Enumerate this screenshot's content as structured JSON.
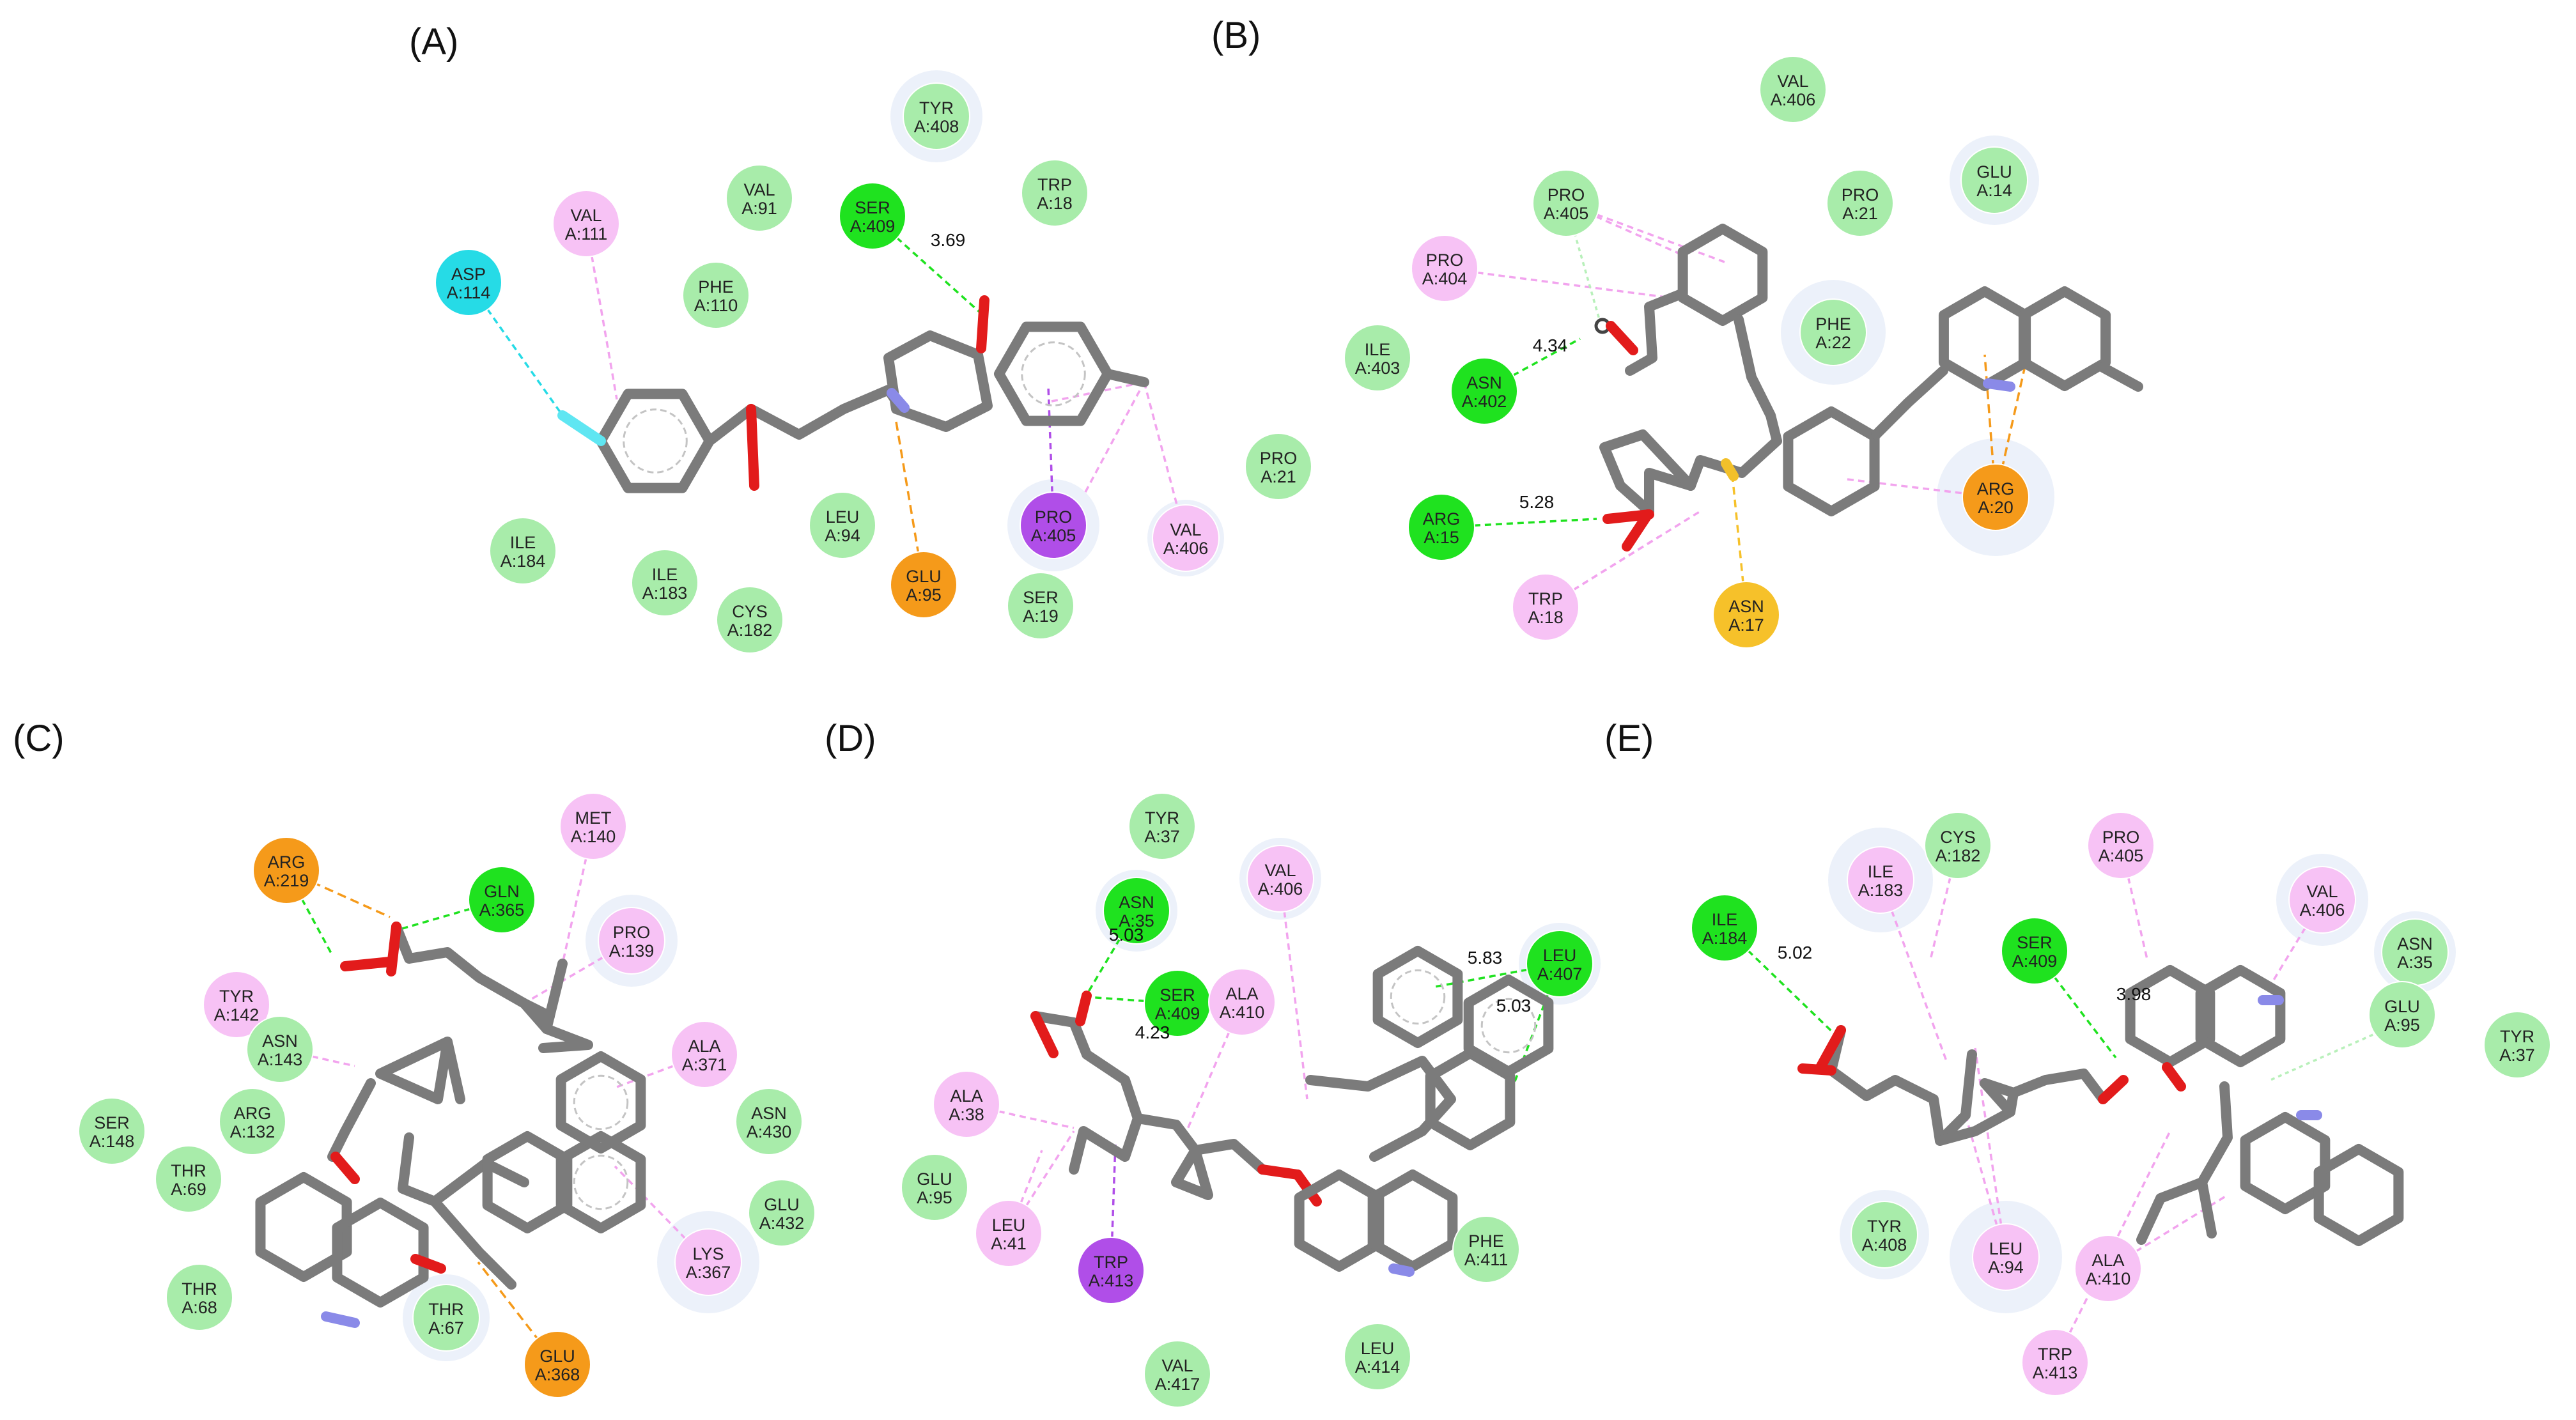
{
  "colors": {
    "vdw": "#a8ecaa",
    "hbond": "#1fe21f",
    "alkyl": "#f7c2f5",
    "salt": "#f59a1a",
    "halogen": "#26dbe6",
    "pisigma": "#b04ee8",
    "sulfur": "#f6c12a",
    "carbon": "#7b7b7b",
    "oxygen": "#e21b1b",
    "nitrogen": "#8a8ae8",
    "halo_atom": "#5fe6f2",
    "sulfur_atom": "#f2c02a"
  },
  "panels": [
    {
      "label": "(A)",
      "residues": [
        {
          "name": "TYR",
          "id": "A:408",
          "type": "vdw"
        },
        {
          "name": "TRP",
          "id": "A:18",
          "type": "vdw"
        },
        {
          "name": "VAL",
          "id": "A:91",
          "type": "vdw"
        },
        {
          "name": "SER",
          "id": "A:409",
          "type": "hbond"
        },
        {
          "name": "VAL",
          "id": "A:111",
          "type": "alkyl"
        },
        {
          "name": "ASP",
          "id": "A:114",
          "type": "halogen"
        },
        {
          "name": "PHE",
          "id": "A:110",
          "type": "vdw"
        },
        {
          "name": "ILE",
          "id": "A:184",
          "type": "vdw"
        },
        {
          "name": "ILE",
          "id": "A:183",
          "type": "vdw"
        },
        {
          "name": "CYS",
          "id": "A:182",
          "type": "vdw"
        },
        {
          "name": "LEU",
          "id": "A:94",
          "type": "vdw"
        },
        {
          "name": "GLU",
          "id": "A:95",
          "type": "salt"
        },
        {
          "name": "PRO",
          "id": "A:405",
          "type": "pisigma"
        },
        {
          "name": "VAL",
          "id": "A:406",
          "type": "alkyl"
        },
        {
          "name": "SER",
          "id": "A:19",
          "type": "vdw"
        },
        {
          "name": "PRO",
          "id": "A:21",
          "type": "vdw"
        }
      ],
      "distances": [
        "3.69"
      ]
    },
    {
      "label": "(B)",
      "residues": [
        {
          "name": "VAL",
          "id": "A:406",
          "type": "vdw"
        },
        {
          "name": "PRO",
          "id": "A:405",
          "type": "vdw"
        },
        {
          "name": "PRO",
          "id": "A:21",
          "type": "vdw"
        },
        {
          "name": "GLU",
          "id": "A:14",
          "type": "vdw"
        },
        {
          "name": "PRO",
          "id": "A:404",
          "type": "alkyl"
        },
        {
          "name": "ILE",
          "id": "A:403",
          "type": "vdw"
        },
        {
          "name": "ASN",
          "id": "A:402",
          "type": "hbond"
        },
        {
          "name": "PHE",
          "id": "A:22",
          "type": "vdw"
        },
        {
          "name": "ARG",
          "id": "A:15",
          "type": "hbond"
        },
        {
          "name": "ARG",
          "id": "A:20",
          "type": "salt"
        },
        {
          "name": "TRP",
          "id": "A:18",
          "type": "alkyl"
        },
        {
          "name": "ASN",
          "id": "A:17",
          "type": "sulfur"
        }
      ],
      "distances": [
        "4.34",
        "5.28"
      ]
    },
    {
      "label": "(C)",
      "residues": [
        {
          "name": "ARG",
          "id": "A:219",
          "type": "salt"
        },
        {
          "name": "GLN",
          "id": "A:365",
          "type": "hbond"
        },
        {
          "name": "MET",
          "id": "A:140",
          "type": "alkyl"
        },
        {
          "name": "PRO",
          "id": "A:139",
          "type": "alkyl"
        },
        {
          "name": "TYR",
          "id": "A:142",
          "type": "alkyl"
        },
        {
          "name": "ASN",
          "id": "A:143",
          "type": "vdw"
        },
        {
          "name": "ALA",
          "id": "A:371",
          "type": "alkyl"
        },
        {
          "name": "SER",
          "id": "A:148",
          "type": "vdw"
        },
        {
          "name": "ARG",
          "id": "A:132",
          "type": "vdw"
        },
        {
          "name": "ASN",
          "id": "A:430",
          "type": "vdw"
        },
        {
          "name": "THR",
          "id": "A:69",
          "type": "vdw"
        },
        {
          "name": "GLU",
          "id": "A:432",
          "type": "vdw"
        },
        {
          "name": "LYS",
          "id": "A:367",
          "type": "alkyl"
        },
        {
          "name": "THR",
          "id": "A:68",
          "type": "vdw"
        },
        {
          "name": "THR",
          "id": "A:67",
          "type": "vdw"
        },
        {
          "name": "GLU",
          "id": "A:368",
          "type": "salt"
        }
      ],
      "distances": []
    },
    {
      "label": "(D)",
      "residues": [
        {
          "name": "TYR",
          "id": "A:37",
          "type": "vdw"
        },
        {
          "name": "ASN",
          "id": "A:35",
          "type": "hbond"
        },
        {
          "name": "VAL",
          "id": "A:406",
          "type": "alkyl"
        },
        {
          "name": "SER",
          "id": "A:409",
          "type": "hbond"
        },
        {
          "name": "ALA",
          "id": "A:410",
          "type": "alkyl"
        },
        {
          "name": "LEU",
          "id": "A:407",
          "type": "hbond"
        },
        {
          "name": "ALA",
          "id": "A:38",
          "type": "alkyl"
        },
        {
          "name": "GLU",
          "id": "A:95",
          "type": "vdw"
        },
        {
          "name": "LEU",
          "id": "A:41",
          "type": "alkyl"
        },
        {
          "name": "TRP",
          "id": "A:413",
          "type": "pisigma"
        },
        {
          "name": "PHE",
          "id": "A:411",
          "type": "vdw"
        },
        {
          "name": "VAL",
          "id": "A:417",
          "type": "vdw"
        },
        {
          "name": "LEU",
          "id": "A:414",
          "type": "vdw"
        }
      ],
      "distances": [
        "5.03",
        "4.23",
        "5.83",
        "5.03"
      ]
    },
    {
      "label": "(E)",
      "residues": [
        {
          "name": "ILE",
          "id": "A:183",
          "type": "alkyl"
        },
        {
          "name": "CYS",
          "id": "A:182",
          "type": "vdw"
        },
        {
          "name": "PRO",
          "id": "A:405",
          "type": "alkyl"
        },
        {
          "name": "ILE",
          "id": "A:184",
          "type": "hbond"
        },
        {
          "name": "VAL",
          "id": "A:406",
          "type": "alkyl"
        },
        {
          "name": "SER",
          "id": "A:409",
          "type": "hbond"
        },
        {
          "name": "ASN",
          "id": "A:35",
          "type": "vdw"
        },
        {
          "name": "GLU",
          "id": "A:95",
          "type": "vdw"
        },
        {
          "name": "TYR",
          "id": "A:37",
          "type": "vdw"
        },
        {
          "name": "TYR",
          "id": "A:408",
          "type": "vdw"
        },
        {
          "name": "LEU",
          "id": "A:94",
          "type": "alkyl"
        },
        {
          "name": "ALA",
          "id": "A:410",
          "type": "alkyl"
        },
        {
          "name": "TRP",
          "id": "A:413",
          "type": "alkyl"
        }
      ],
      "distances": [
        "5.02",
        "3.98"
      ]
    }
  ]
}
